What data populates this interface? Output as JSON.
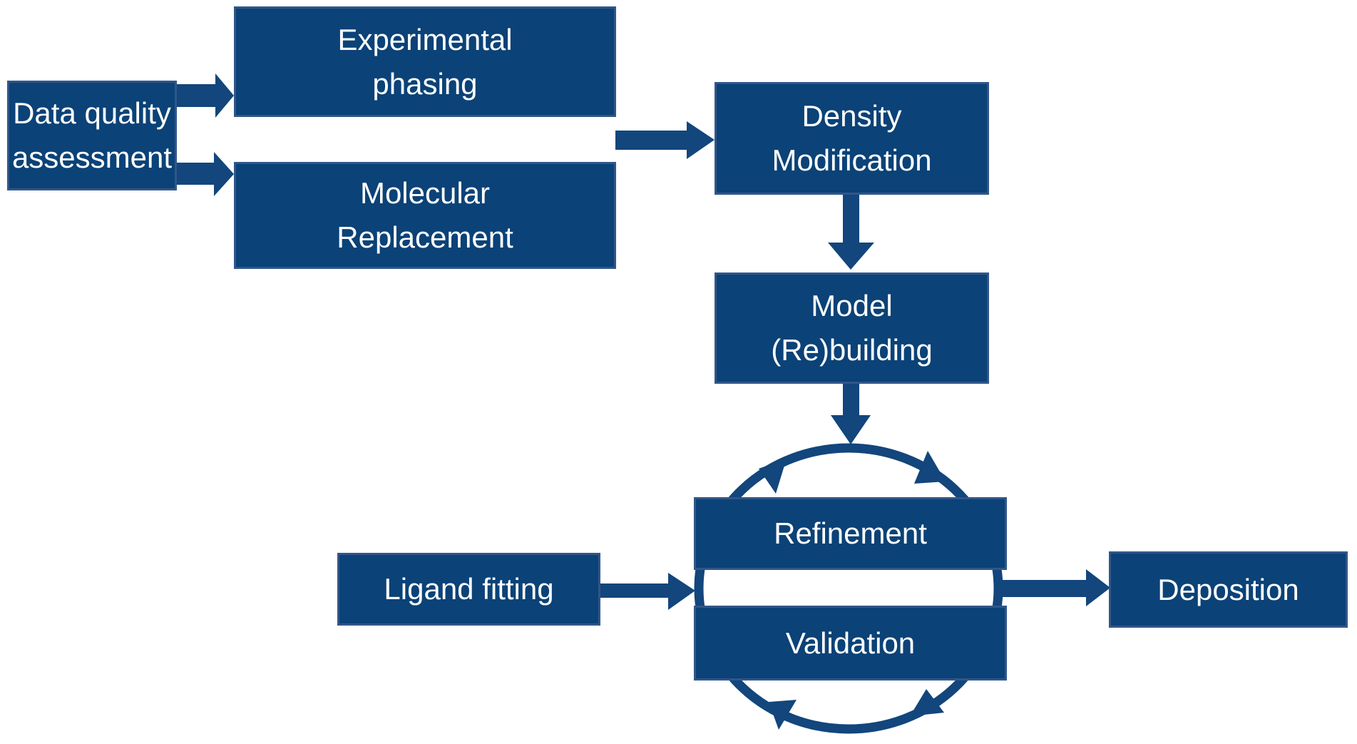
{
  "diagram": {
    "background_color": "#ffffff",
    "colors": {
      "node_fill": "#0b4277",
      "node_border": "#315689",
      "connector": "#12467c",
      "label_text": "#ffffff"
    },
    "nodes": {
      "data_quality": {
        "label": "Data quality\nassessment"
      },
      "experimental_phasing": {
        "label": "Experimental\nphasing"
      },
      "molecular_replacement": {
        "label": "Molecular\nReplacement"
      },
      "density_modification": {
        "label": "Density\nModification"
      },
      "model_rebuilding": {
        "label": "Model\n(Re)building"
      },
      "refinement": {
        "label": "Refinement"
      },
      "validation": {
        "label": "Validation"
      },
      "ligand_fitting": {
        "label": "Ligand fitting"
      },
      "deposition": {
        "label": "Deposition"
      }
    },
    "edges": [
      {
        "from": "data_quality",
        "to": "experimental_phasing",
        "type": "block-arrow"
      },
      {
        "from": "data_quality",
        "to": "molecular_replacement",
        "type": "block-arrow"
      },
      {
        "from": "experimental_phasing / molecular_replacement",
        "to": "density_modification",
        "type": "block-arrow"
      },
      {
        "from": "density_modification",
        "to": "model_rebuilding",
        "type": "block-arrow"
      },
      {
        "from": "model_rebuilding",
        "to": "refinement_validation_cycle",
        "type": "block-arrow"
      },
      {
        "from": "ligand_fitting",
        "to": "refinement_validation_cycle",
        "type": "block-arrow"
      },
      {
        "from": "refinement_validation_cycle",
        "to": "deposition",
        "type": "block-arrow"
      },
      {
        "between": [
          "refinement",
          "validation"
        ],
        "type": "circular-cycle-arrow",
        "arrowheads": 4
      }
    ]
  }
}
